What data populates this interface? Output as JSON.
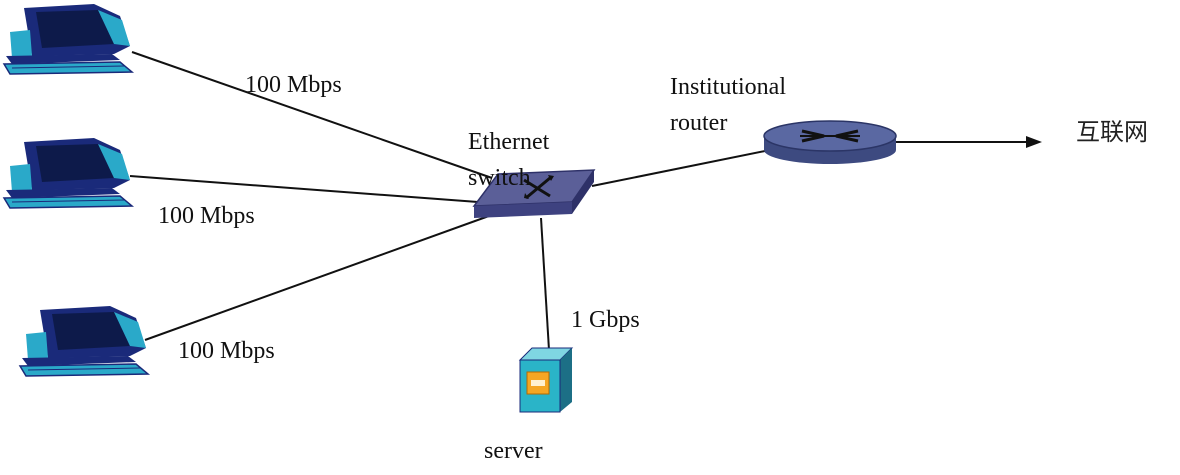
{
  "labels": {
    "link_pc1": "100 Mbps",
    "link_pc2": "100 Mbps",
    "link_pc3": "100 Mbps",
    "link_server": "1 Gbps",
    "switch_line1": "Ethernet",
    "switch_line2": "switch",
    "router_line1": "Institutional",
    "router_line2": "router",
    "internet": "互联网",
    "server": "server"
  },
  "icons": {
    "computer": "desktop-computer-icon",
    "switch": "ethernet-switch-icon",
    "router": "router-icon",
    "server": "server-icon"
  },
  "colors": {
    "line": "#111111",
    "device_blue": "#1a2a7a",
    "monitor_cyan": "#2aa9c9",
    "switch_fill": "#5b5f98",
    "router_fill": "#4c5a8f",
    "server_cyan": "#2ab4c8",
    "server_orange": "#f5a623"
  }
}
